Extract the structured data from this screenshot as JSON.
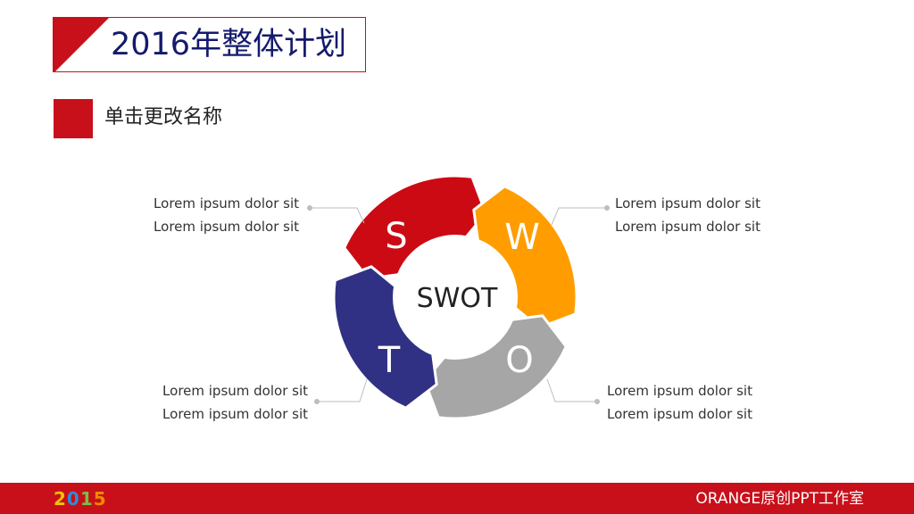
{
  "header": {
    "title": "2016年整体计划"
  },
  "subtitle": {
    "text": "单击更改名称"
  },
  "diagram": {
    "center_label": "SWOT",
    "segments": [
      {
        "letter": "S",
        "color": "#cc0a13",
        "lines": [
          "Lorem ipsum dolor sit",
          "Lorem ipsum dolor sit"
        ]
      },
      {
        "letter": "W",
        "color": "#ff9d00",
        "lines": [
          "Lorem ipsum dolor sit",
          "Lorem ipsum dolor sit"
        ]
      },
      {
        "letter": "O",
        "color": "#a6a6a6",
        "lines": [
          "Lorem ipsum dolor sit",
          "Lorem ipsum dolor sit"
        ]
      },
      {
        "letter": "T",
        "color": "#303084",
        "lines": [
          "Lorem ipsum dolor sit",
          "Lorem ipsum dolor sit"
        ]
      }
    ]
  },
  "footer": {
    "year_digits": [
      "2",
      "0",
      "1",
      "5"
    ],
    "brand": "ORANGE原创PPT工作室"
  },
  "colors": {
    "accent": "#c8101a",
    "title": "#141a6c"
  }
}
